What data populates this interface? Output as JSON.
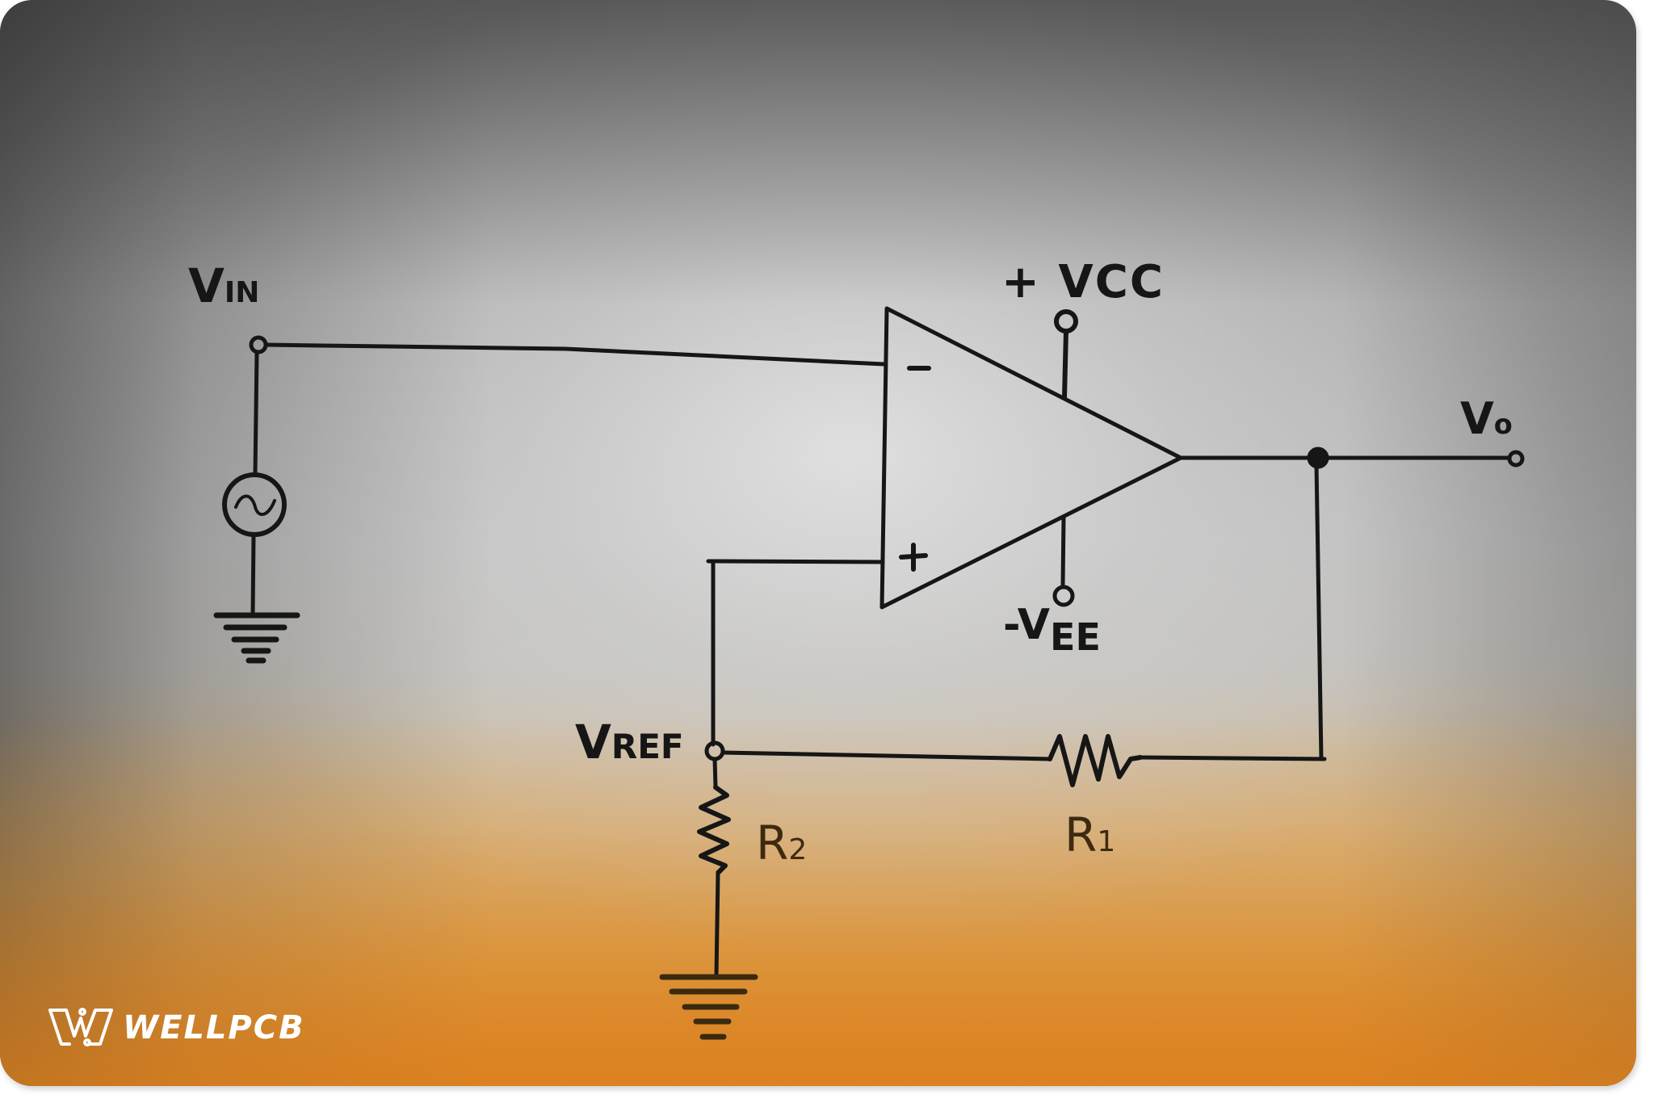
{
  "diagram": {
    "title": "Inverting Schmitt Trigger (op-amp comparator with positive feedback)",
    "type": "circuit-schematic",
    "style": "hand-drawn on paper",
    "labels": {
      "vin": {
        "main": "V",
        "sub": "IN"
      },
      "vcc": "+ VCC",
      "vee": {
        "prefix": "-V",
        "sub": "EE"
      },
      "vo": {
        "main": "V",
        "sub": "o"
      },
      "vref": {
        "main": "V",
        "sub": "REF"
      },
      "r1": {
        "main": "R",
        "sub": "1"
      },
      "r2": {
        "main": "R",
        "sub": "2"
      },
      "inverting_input": "-",
      "noninverting_input": "+"
    },
    "components": [
      {
        "id": "source",
        "type": "ac-voltage-source",
        "node": "VIN"
      },
      {
        "id": "gnd1",
        "type": "ground"
      },
      {
        "id": "opamp",
        "type": "op-amp"
      },
      {
        "id": "R1",
        "type": "resistor",
        "between": [
          "VREF",
          "VO"
        ]
      },
      {
        "id": "R2",
        "type": "resistor",
        "between": [
          "VREF",
          "GND"
        ]
      },
      {
        "id": "gnd2",
        "type": "ground"
      }
    ],
    "colors": {
      "ink": "#161616",
      "paper_gray": "#c4c4c4",
      "orange_glow": "#dc8424"
    }
  },
  "watermark": {
    "brand": "WELLPCB",
    "color": "#ffffff"
  }
}
